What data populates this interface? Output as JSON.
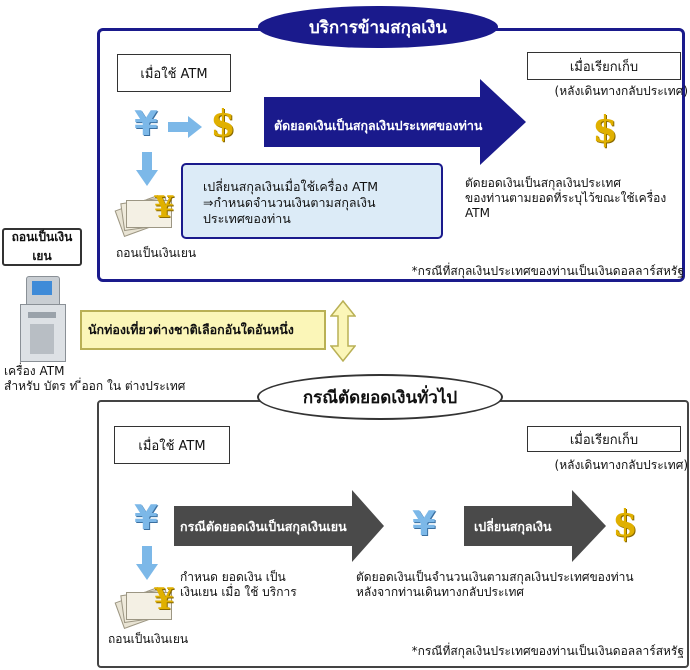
{
  "top_section": {
    "title": "บริการข้ามสกุลเงิน",
    "when_atm": "เมื่อใช้ ATM",
    "when_charged": "เมื่อเรียกเก็บ",
    "after_return": "(หลังเดินทางกลับประเทศ)",
    "arrow_label": "ตัดยอดเงินเป็นสกุลเงินประเทศของท่าน",
    "withdraw_yen": "ถอนเป็นเงินเยน",
    "note_line1": "เปลี่ยนสกุลเงินเมื่อใช้เครื่อง ATM",
    "note_line2": "⇒กำหนดจำนวนเงินตามสกุลเงิน",
    "note_line3": "ประเทศของท่าน",
    "charged_desc_line1": "ตัดยอดเงินเป็นสกุลเงินประเทศ",
    "charged_desc_line2": "ของท่านตามยอดที่ระบุไว้ขณะใช้เครื่อง",
    "charged_desc_line3": "ATM",
    "footnote": "*กรณีที่สกุลเงินประเทศของท่านเป็นเงินดอลลาร์สหรัฐ"
  },
  "left": {
    "withdraw_box": "ถอนเป็นเงินเยน",
    "atm_caption_line1": "เครื่อง ATM",
    "atm_caption_line2": "สำหรับ บัตร ท ี่ออก ใน ต่างประเทศ",
    "choice": "นักท่องเที่ยวต่างชาติเลือกอันใดอันหนึ่ง"
  },
  "bottom_section": {
    "title": "กรณีตัดยอดเงินทั่วไป",
    "when_atm": "เมื่อใช้ ATM",
    "when_charged": "เมื่อเรียกเก็บ",
    "after_return": "(หลังเดินทางกลับประเทศ)",
    "arrow1_label": "กรณีตัดยอดเงินเป็นสกุลเงินเยน",
    "arrow2_label": "เปลี่ยนสกุลเงิน",
    "yen_amount_line1": "กำหนด ยอดเงิน เป็น",
    "yen_amount_line2": "เงินเยน เมื่อ ใช้ บริการ",
    "charged_desc_line1": "ตัดยอดเงินเป็นจำนวนเงินตามสกุลเงินประเทศของท่าน",
    "charged_desc_line2": "หลังจากท่านเดินทางกลับประเทศ",
    "withdraw_yen": "ถอนเป็นเงินเยน",
    "footnote": "*กรณีที่สกุลเงินประเทศของท่านเป็นเงินดอลลาร์สหรัฐ"
  },
  "icons": {
    "yen_symbol": "¥",
    "dollar_symbol": "$"
  },
  "colors": {
    "navy": "#1a1a8c",
    "light_blue": "#7cb8e8",
    "gold": "#e0b000",
    "note_bg": "#dcebf7",
    "yellow_bg": "#fbf6b8",
    "dark_arrow": "#4a4a4a"
  }
}
